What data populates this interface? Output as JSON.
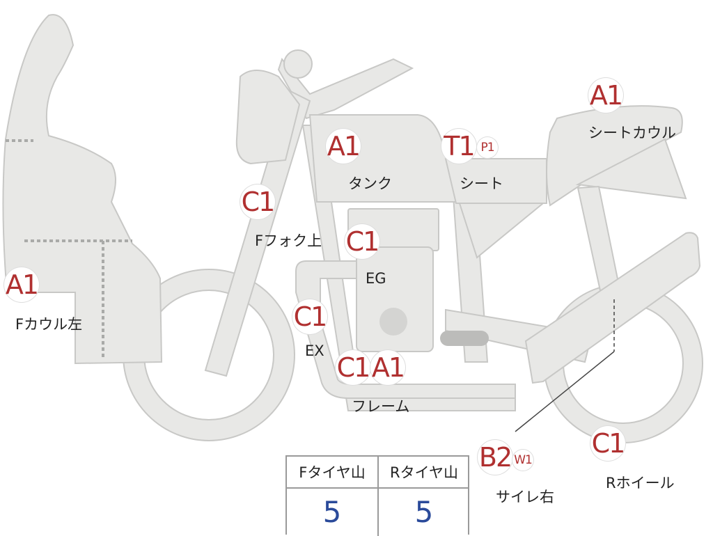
{
  "parts": [
    {
      "id": "f-cowl-left",
      "code": "A1",
      "name": "Fカウル左"
    },
    {
      "id": "f-fork-upper",
      "code": "C1",
      "name": "Fフォク上"
    },
    {
      "id": "tank",
      "code": "A1",
      "name": "タンク"
    },
    {
      "id": "seat",
      "code": "T1",
      "sub_code": "P1",
      "name": "シート"
    },
    {
      "id": "seat-cowl",
      "code": "A1",
      "name": "シートカウル"
    },
    {
      "id": "engine",
      "code": "C1",
      "name": "EG"
    },
    {
      "id": "exhaust",
      "code": "C1",
      "name": "EX"
    },
    {
      "id": "frame",
      "codes": [
        "C1",
        "A1"
      ],
      "name": "フレーム"
    },
    {
      "id": "silencer-right",
      "code": "B2",
      "sub_code": "W1",
      "name": "サイレ右"
    },
    {
      "id": "r-wheel",
      "code": "C1",
      "name": "Rホイール"
    }
  ],
  "tire_table": {
    "headers": [
      "Fタイヤ山",
      "Rタイヤ山"
    ],
    "values": [
      "5",
      "5"
    ]
  },
  "colors": {
    "part_fill": "#e8e8e6",
    "part_outline": "#c8c8c6",
    "grade_code": "#b03030",
    "tire_value": "#2a4a9a"
  }
}
